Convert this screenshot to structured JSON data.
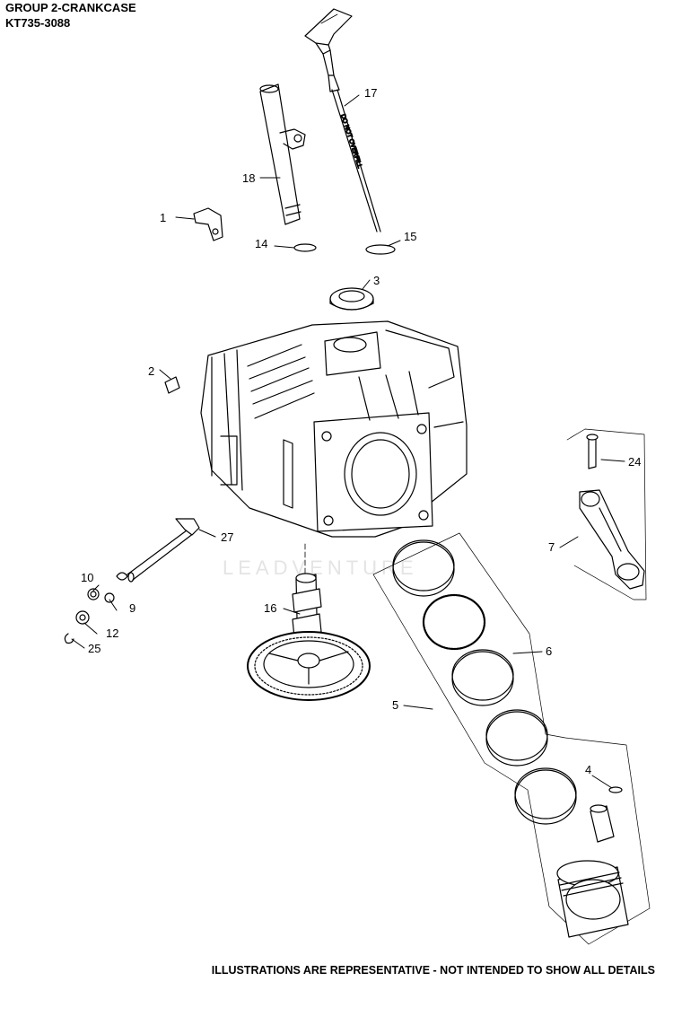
{
  "header": {
    "group_title": "GROUP 2-CRANKCASE",
    "model": "KT735-3088"
  },
  "watermark": "LEADVENTURE",
  "footer_note": "ILLUSTRATIONS ARE REPRESENTATIVE - NOT INTENDED TO SHOW ALL DETAILS",
  "callouts": {
    "c1": "1",
    "c2": "2",
    "c3": "3",
    "c4": "4",
    "c5": "5",
    "c6": "6",
    "c7": "7",
    "c9": "9",
    "c10": "10",
    "c12": "12",
    "c14": "14",
    "c15": "15",
    "c16": "16",
    "c17": "17",
    "c18": "18",
    "c24": "24",
    "c25": "25",
    "c27": "27"
  },
  "dipstick_text": "DO NOT OVERFILL"
}
